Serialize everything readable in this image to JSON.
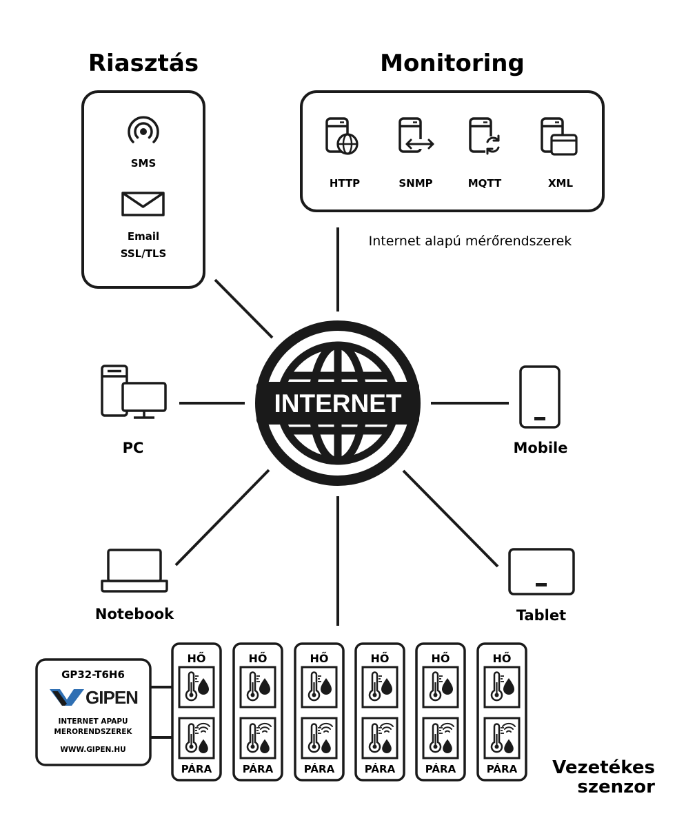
{
  "riasztas": {
    "title": "Riasztás",
    "sms_label": "SMS",
    "email_label_line1": "Email",
    "email_label_line2": "SSL/TLS",
    "icons": [
      "radio-signal-icon",
      "envelope-icon"
    ]
  },
  "monitoring": {
    "title": "Monitoring",
    "protocols": [
      {
        "label": "HTTP",
        "icon": "server-globe-icon"
      },
      {
        "label": "SNMP",
        "icon": "server-arrows-icon"
      },
      {
        "label": "MQTT",
        "icon": "server-sync-icon"
      },
      {
        "label": "XML",
        "icon": "server-window-icon"
      }
    ],
    "caption": "Internet alapú mérőrendszerek"
  },
  "hub": {
    "label": "INTERNET",
    "icon": "globe-icon"
  },
  "clients": {
    "pc": "PC",
    "mobile": "Mobile",
    "notebook": "Notebook",
    "tablet": "Tablet"
  },
  "device": {
    "model": "GP32-T6H6",
    "brand": "GIPEN",
    "line1": "INTERNET APAPU",
    "line2": "MERORENDSZEREK",
    "website": "WWW.GIPEN.HU"
  },
  "sensors": {
    "count": 6,
    "top_label": "HŐ",
    "bottom_label": "PÁRA",
    "top_icon": "thermometer-drop-icon",
    "bottom_icon": "thermometer-wireless-drop-icon"
  },
  "wired_label": {
    "line1": "Vezetékes",
    "line2": "szenzor"
  },
  "colors": {
    "ink": "#1a1a1a",
    "background": "#ffffff",
    "brand_blue": "#2f6fb3"
  }
}
